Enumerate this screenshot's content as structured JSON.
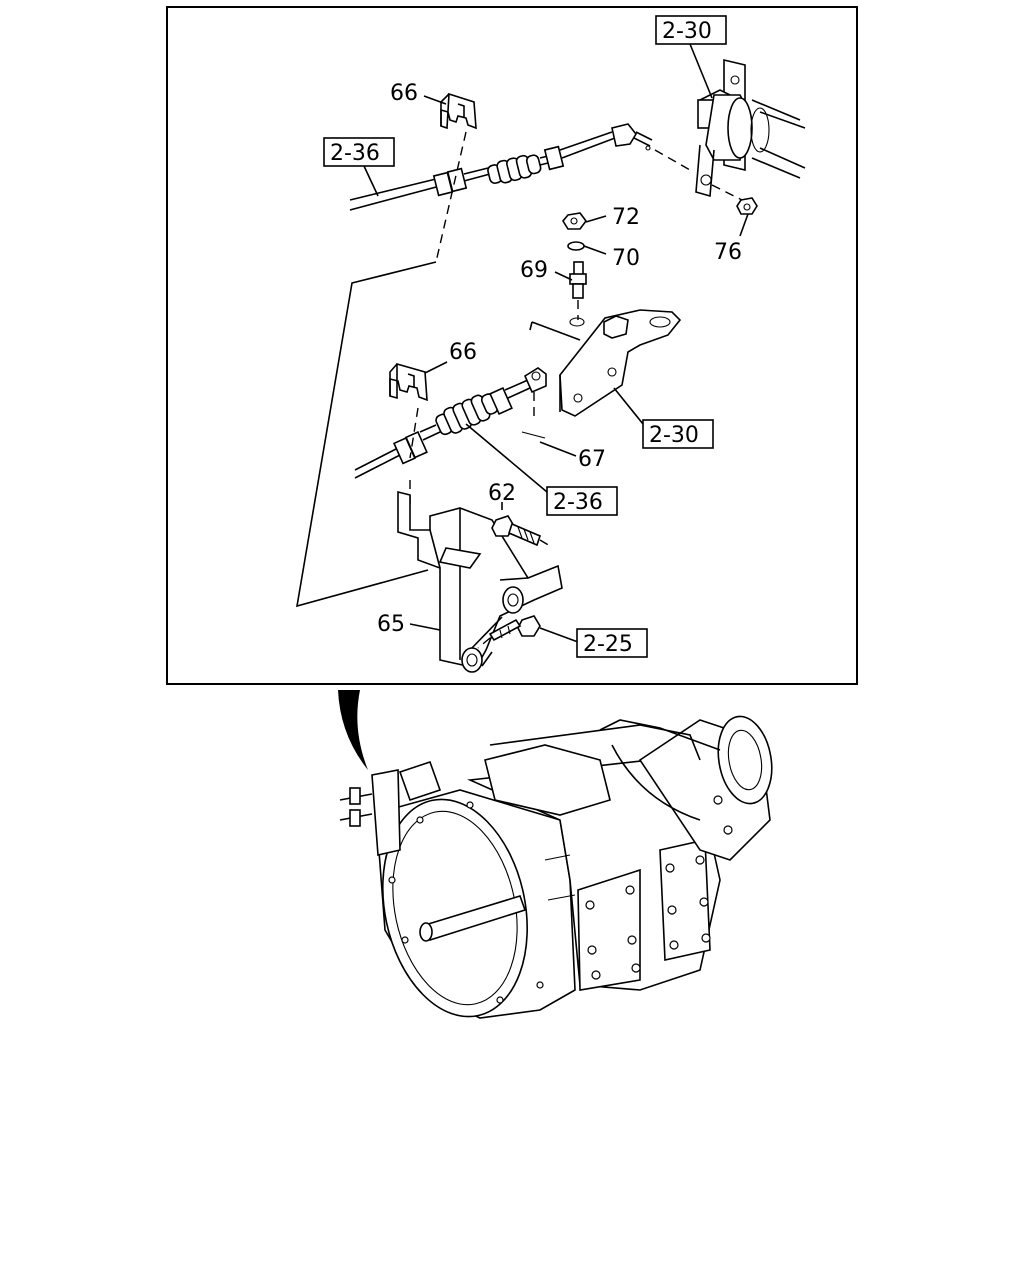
{
  "callouts": {
    "c66a": "66",
    "c66b": "66",
    "c72": "72",
    "c70": "70",
    "c76": "76",
    "c69": "69",
    "c67": "67",
    "c62": "62",
    "c65": "65"
  },
  "references": {
    "r230a": "2-30",
    "r236a": "2-36",
    "r230b": "2-30",
    "r236b": "2-36",
    "r225": "2-25"
  }
}
